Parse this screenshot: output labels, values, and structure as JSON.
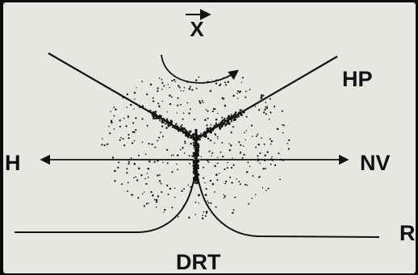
{
  "labels": {
    "vector": "X",
    "hp": "HP",
    "h": "H",
    "nv": "NV",
    "r": "R",
    "drt": "DRT"
  },
  "colors": {
    "paper": "#e6e6e2",
    "ink": "#111111",
    "frame": "#0c0c0c"
  },
  "icons": {
    "rotation": "curved-arrow-icon",
    "left_arrow": "arrow-left-icon",
    "right_arrow": "arrow-right-icon"
  }
}
